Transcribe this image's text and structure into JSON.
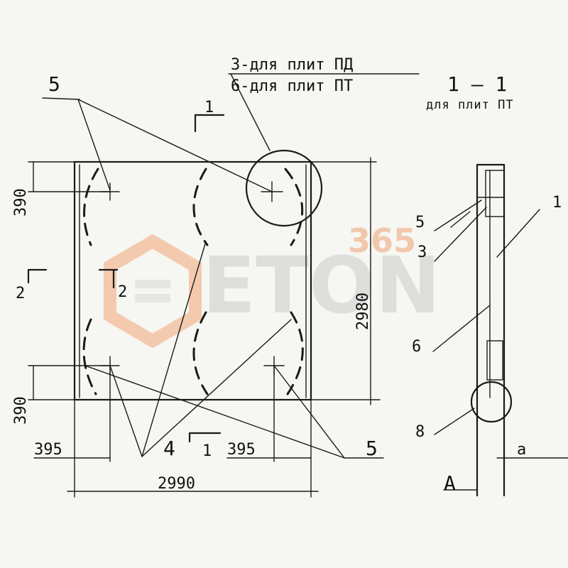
{
  "callouts": {
    "note_pd": "3-для плит ПД",
    "note_pt": "6-для плит ПТ",
    "item_5_top": "5",
    "item_4": "4",
    "item_5_bottom": "5",
    "item_5_side": "5",
    "item_3_side": "3",
    "item_1_side": "1",
    "item_6_side": "6",
    "item_8_side": "8"
  },
  "section": {
    "title": "1 — 1",
    "subtitle": "для плит ПТ",
    "cut_1_top": "1",
    "cut_1_bottom": "1",
    "cut_2_left": "2",
    "cut_2_right": "2",
    "view_a": "А",
    "dim_a": "a"
  },
  "dimensions": {
    "width": "2990",
    "height": "2980",
    "edge_left": "395",
    "edge_right": "395",
    "top_390": "390",
    "bottom_390": "390"
  },
  "watermark": {
    "brand": "ETON",
    "number": "365",
    "accent_color": "#f08a4b"
  }
}
